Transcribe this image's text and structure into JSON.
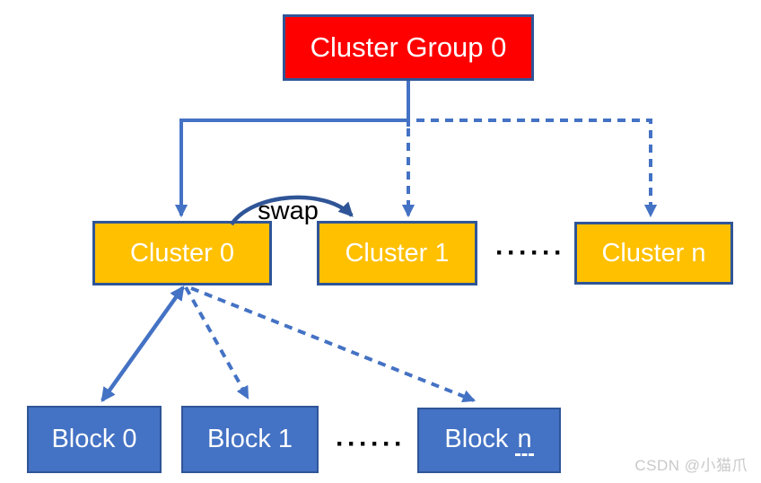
{
  "diagram": {
    "group": {
      "label": "Cluster Group 0"
    },
    "clusters": [
      {
        "id": "cluster-0",
        "label": "Cluster 0"
      },
      {
        "id": "cluster-1",
        "label": "Cluster 1"
      },
      {
        "id": "cluster-n",
        "label": "Cluster n"
      }
    ],
    "blocks": [
      {
        "id": "block-0",
        "label": "Block 0"
      },
      {
        "id": "block-1",
        "label": "Block 1"
      },
      {
        "id": "block-n",
        "label_prefix": "Block",
        "label_suffix": "n"
      }
    ],
    "cluster_ellipsis": "······",
    "block_ellipsis": "······",
    "swap_label": "swap",
    "edges": [
      {
        "from": "cluster-group-0",
        "to": "cluster-0",
        "style": "solid",
        "arrows": "end"
      },
      {
        "from": "cluster-group-0",
        "to": "cluster-1",
        "style": "dashed",
        "arrows": "end"
      },
      {
        "from": "cluster-group-0",
        "to": "cluster-n",
        "style": "dashed",
        "arrows": "end"
      },
      {
        "from": "cluster-0",
        "to": "cluster-1",
        "style": "curved-solid",
        "arrows": "end",
        "label": "swap"
      },
      {
        "from": "cluster-0",
        "to": "block-0",
        "style": "solid",
        "arrows": "both"
      },
      {
        "from": "cluster-0",
        "to": "block-1",
        "style": "dashed",
        "arrows": "end"
      },
      {
        "from": "cluster-0",
        "to": "block-n",
        "style": "dashed",
        "arrows": "end"
      }
    ]
  },
  "watermark": {
    "text": "CSDN @小猫爪"
  },
  "colors": {
    "group_fill": "#FF0000",
    "cluster_fill": "#FFC000",
    "block_fill": "#4472C4",
    "border": "#2F5597",
    "arrow": "#4472C4",
    "swap_arrow": "#2F5597",
    "watermark": "#C9C9C9"
  }
}
